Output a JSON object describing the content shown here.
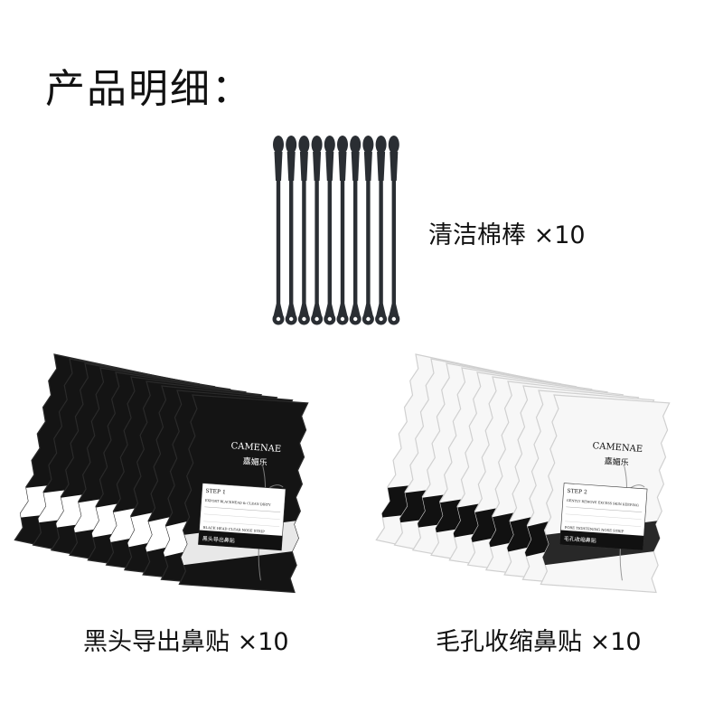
{
  "heading": "产品明细：",
  "items": {
    "swabs": {
      "caption": "清洁棉棒 ×10",
      "count": 10,
      "color": "#2a2e33"
    },
    "black_strips": {
      "caption": "黑头导出鼻贴 ×10",
      "count": 10,
      "color": "#141414",
      "pack": {
        "brand": "CAMENAE",
        "brand_cn": "嘉媚乐",
        "step": "STEP 1",
        "subtitle": "EXPORT BLACKHEAD & CLEAN DIRTY",
        "name_en": "BLACK HEAD CLEAR NOSE STRIP",
        "name_cn": "黑头导出鼻贴"
      }
    },
    "white_strips": {
      "caption": "毛孔收缩鼻贴 ×10",
      "count": 10,
      "color": "#f4f4f4",
      "pack": {
        "brand": "CAMENAE",
        "brand_cn": "嘉媚乐",
        "step": "STEP 2",
        "subtitle": "GENTLY REMOVE EXCESS SKIN KEEPING",
        "name_en": "PORE TIGHTENING NOSE STRIP",
        "name_cn": "毛孔收缩鼻贴"
      }
    }
  }
}
